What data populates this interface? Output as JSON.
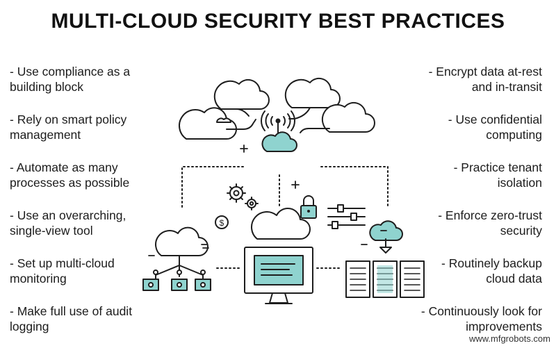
{
  "title": "MULTI-CLOUD SECURITY BEST PRACTICES",
  "left_items": [
    "- Use compliance as a\nbuilding block",
    "- Rely on smart policy\nmanagement",
    "- Automate as many\nprocesses as possible",
    "- Use an overarching,\nsingle-view tool",
    "- Set up multi-cloud\nmonitoring",
    "- Make full use of audit\nlogging"
  ],
  "right_items": [
    "- Encrypt data at-rest\nand in-transit",
    "- Use confidential\ncomputing",
    "- Practice tenant\nisolation",
    "- Enforce zero-trust\nsecurity",
    "- Routinely backup\ncloud data",
    "- Continuously look for\nimprovements"
  ],
  "watermark": "www.mfgrobots.com",
  "colors": {
    "accent": "#8fd3cf",
    "stroke": "#1e1e1e"
  },
  "icons": [
    "cloud-icon",
    "wifi-antenna-icon",
    "gear-icon",
    "dollar-icon",
    "lock-icon",
    "sliders-icon",
    "monitor-icon",
    "server-rack-icon",
    "cloud-download-icon",
    "network-nodes-icon"
  ]
}
